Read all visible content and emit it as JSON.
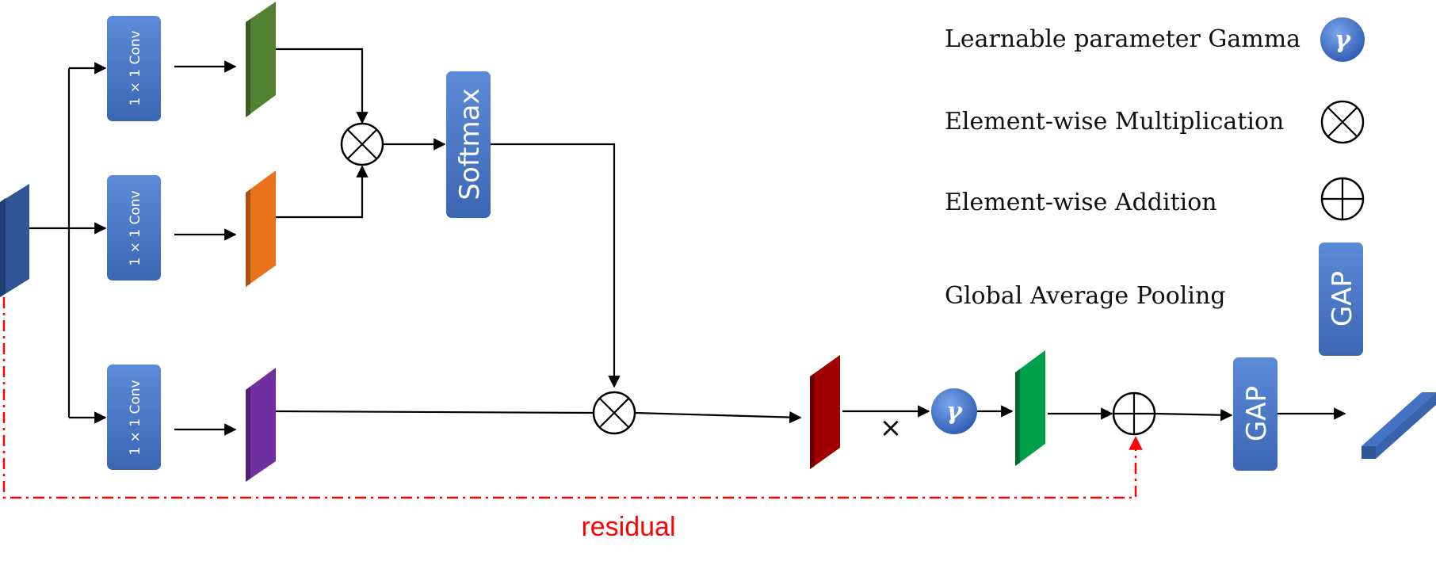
{
  "labels": {
    "conv": "1 × 1 Conv",
    "softmax": "Softmax",
    "gap": "GAP",
    "gamma_symbol": "γ",
    "times": "×",
    "residual": "residual"
  },
  "legend": {
    "gamma": "Learnable parameter Gamma",
    "multiply": "Element-wise Multiplication",
    "add": "Element-wise Addition",
    "gap": "Global Average Pooling"
  },
  "colors": {
    "block_blue": "#4472C4",
    "feature_input": "#2F5597",
    "feature_green": "#548235",
    "feature_orange": "#E8731C",
    "feature_purple": "#7030A0",
    "feature_red": "#A00000",
    "feature_green2": "#00A04A",
    "residual_red": "#FF0000"
  }
}
